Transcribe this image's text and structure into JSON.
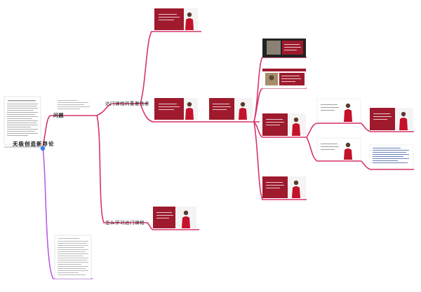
{
  "mindmap": {
    "root": {
      "title": "无极创造新导论"
    },
    "topic_question": {
      "label": "问题"
    },
    "branch_upper": {
      "label": "达门课程的重要性意"
    },
    "branch_lower": {
      "label": "怎么学习达门课程"
    }
  },
  "colors": {
    "edge": "#d6336c",
    "edge_lower": "#b85ce6",
    "slide_red": "#9e1a2c",
    "slide_dark": "#222222",
    "page_border": "#cccccc",
    "root_dot": "#2f80ed"
  }
}
